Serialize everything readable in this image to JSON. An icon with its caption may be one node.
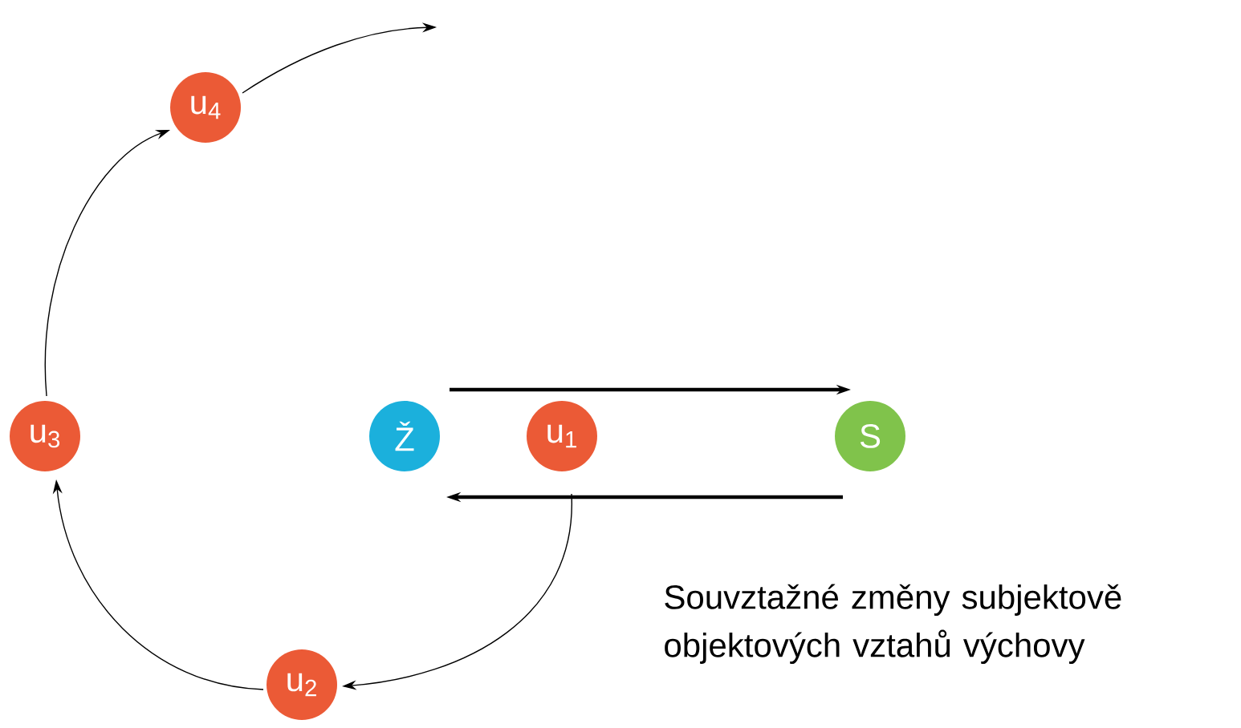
{
  "diagram": {
    "nodes": [
      {
        "text": [
          "Ž"
        ]
      },
      {
        "text": [
          "u$_{1}$"
        ]
      },
      {
        "text": [
          "S"
        ]
      },
      {
        "text": [
          "u$_{2}$"
        ]
      },
      {
        "text": [
          "u$_{3}$"
        ]
      },
      {
        "text": [
          "u$_{4}$"
        ]
      }
    ],
    "edges": [
      {
        "from": 0,
        "to": 2,
        "arrow": "to",
        "style": "thick"
      },
      {
        "from": 2,
        "to": 0,
        "arrow": "to",
        "style": "thick"
      },
      {
        "from": 1,
        "to": 3,
        "arrow": "to"
      },
      {
        "from": 3,
        "to": 4,
        "arrow": "to"
      },
      {
        "from": 4,
        "to": 5,
        "arrow": "to"
      },
      {
        "from": 5,
        "to": null,
        "arrow": "to"
      }
    ],
    "labels": [
      "Souvztažné změny subjektově objektových vztahů výchovy"
    ]
  }
}
